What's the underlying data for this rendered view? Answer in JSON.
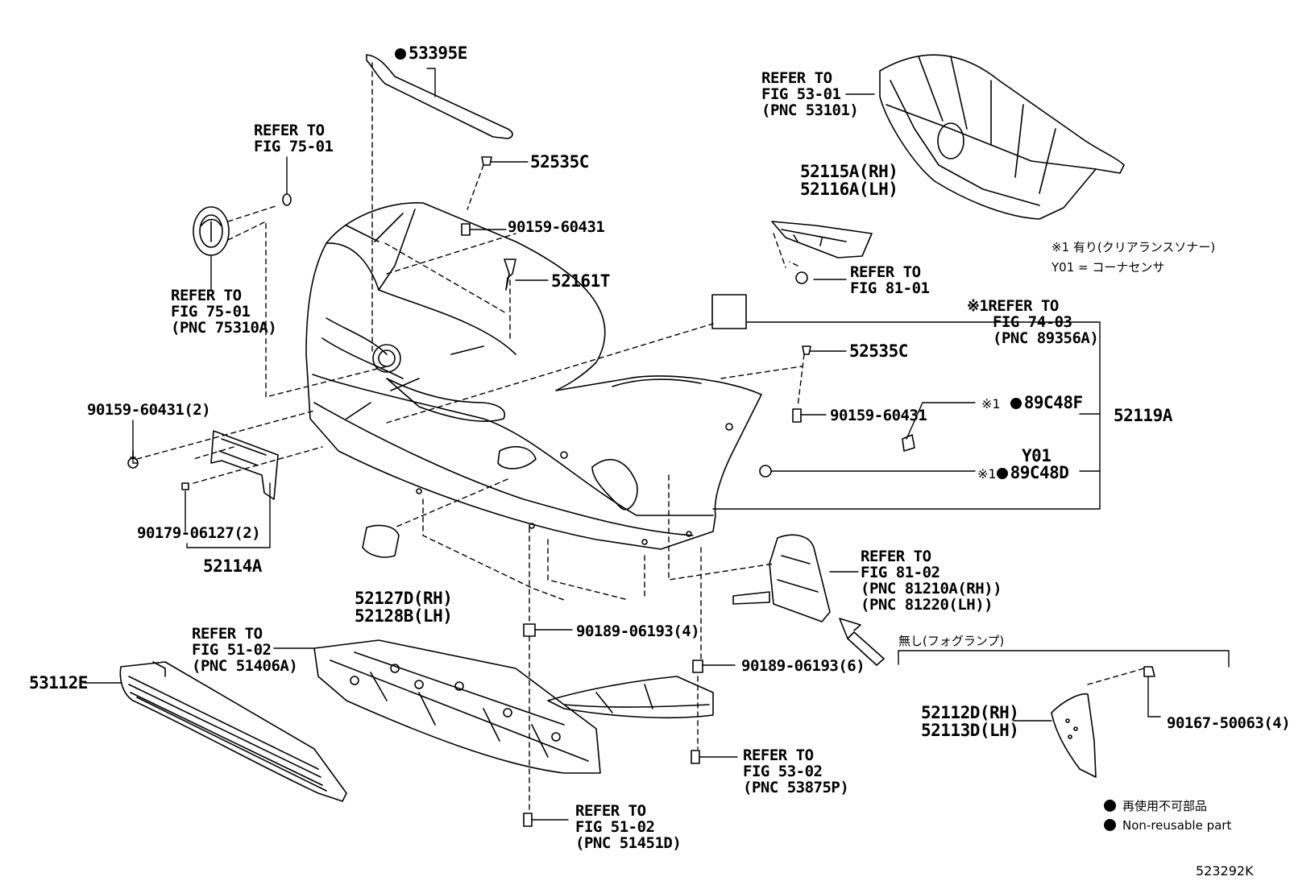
{
  "parts": {
    "p53395E": "53395E",
    "p52535C_top": "52535C",
    "p90159_60431_top": "90159-60431",
    "p52161T": "52161T",
    "p52535C_mid": "52535C",
    "p90159_60431_mid": "90159-60431",
    "p90159_60431_2": "90159-60431(2)",
    "p90179_06127_2": "90179-06127(2)",
    "p52114A": "52114A",
    "p52127D": "52127D(RH)",
    "p52128B": "52128B(LH)",
    "p52115A": "52115A(RH)",
    "p52116A": "52116A(LH)",
    "p89C48F": "89C48F",
    "p52119A": "52119A",
    "pY01": "Y01",
    "p89C48D": "89C48D",
    "p90189_06193_4": "90189-06193(4)",
    "p90189_06193_6": "90189-06193(6)",
    "p53112E": "53112E",
    "p52112D": "52112D(RH)",
    "p52113D": "52113D(LH)",
    "p90167_50063_4": "90167-50063(4)"
  },
  "refs": {
    "fig7501_top": [
      "REFER TO",
      "FIG 75-01"
    ],
    "fig7501_left": [
      "REFER TO",
      "FIG 75-01",
      "(PNC 75310A)"
    ],
    "fig5301": [
      "REFER TO",
      "FIG 53-01",
      "(PNC 53101)"
    ],
    "fig8101": [
      "REFER TO",
      "FIG 81-01"
    ],
    "fig7403": [
      "※1REFER TO",
      "FIG 74-03",
      "(PNC 89356A)"
    ],
    "fig8102": [
      "REFER TO",
      "FIG 81-02",
      "(PNC 81210A(RH))",
      "(PNC 81220(LH))"
    ],
    "fig5102_upper": [
      "REFER TO",
      "FIG 51-02",
      "(PNC 51406A)"
    ],
    "fig5302": [
      "REFER TO",
      "FIG 53-02",
      "(PNC 53875P)"
    ],
    "fig5102_lower": [
      "REFER TO",
      "FIG 51-02",
      "(PNC 51451D)"
    ]
  },
  "notes": {
    "note1_line1": "※1 有り(クリアランスソナー)",
    "note1_line2": "Y01 = コーナセンサ",
    "fog_none": "無し(フォグランプ)",
    "mark": "※1"
  },
  "legend": {
    "jp": "再使用不可部品",
    "en": "Non-reusable part"
  },
  "figure_id": "523292K"
}
